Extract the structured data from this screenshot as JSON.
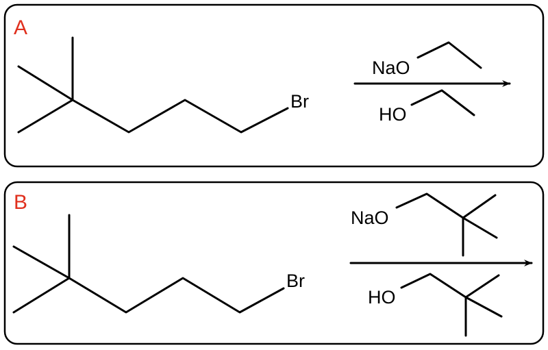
{
  "colors": {
    "label": "#e0301e",
    "ink": "#000000"
  },
  "panelA": {
    "label": "A",
    "leaving_group": "Br",
    "reagent_atom": "NaO",
    "solvent_atom": "HO"
  },
  "panelB": {
    "label": "B",
    "leaving_group": "Br",
    "reagent_atom": "NaO",
    "solvent_atom": "HO"
  }
}
